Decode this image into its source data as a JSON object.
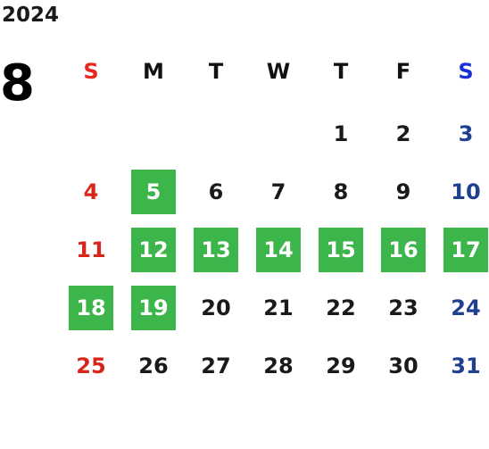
{
  "calendar": {
    "year": "2024",
    "month": "8",
    "weekdays": [
      "S",
      "M",
      "T",
      "W",
      "T",
      "F",
      "S"
    ],
    "weeks": [
      [
        "",
        "",
        "",
        "",
        "1",
        "2",
        "3"
      ],
      [
        "4",
        "5",
        "6",
        "7",
        "8",
        "9",
        "10"
      ],
      [
        "11",
        "12",
        "13",
        "14",
        "15",
        "16",
        "17"
      ],
      [
        "18",
        "19",
        "20",
        "21",
        "22",
        "23",
        "24"
      ],
      [
        "25",
        "26",
        "27",
        "28",
        "29",
        "30",
        "31"
      ]
    ],
    "highlighted_days": [
      "5",
      "12",
      "13",
      "14",
      "15",
      "16",
      "17",
      "18",
      "19"
    ]
  },
  "colors": {
    "highlight_bg": "#3cb54a",
    "highlight_text": "#ffffff",
    "weekday_text": "#1a1a1a",
    "sunday_header": "#e8281e",
    "saturday_header": "#1a2fd6",
    "sunday_day": "#d8261c",
    "saturday_day": "#1f3f8f"
  }
}
